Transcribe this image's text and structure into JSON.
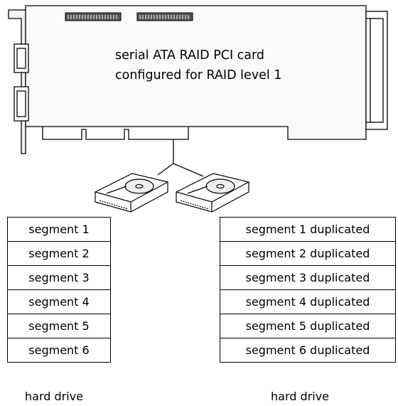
{
  "card": {
    "label_line1": "serial ATA RAID PCI card",
    "label_line2": "configured for RAID level 1"
  },
  "left_drive": {
    "label": "hard drive",
    "segments": [
      "segment 1",
      "segment 2",
      "segment 3",
      "segment 4",
      "segment 5",
      "segment 6"
    ]
  },
  "right_drive": {
    "label": "hard drive",
    "segments": [
      "segment 1 duplicated",
      "segment 2 duplicated",
      "segment 3 duplicated",
      "segment 4 duplicated",
      "segment 5 duplicated",
      "segment 6 duplicated"
    ]
  }
}
